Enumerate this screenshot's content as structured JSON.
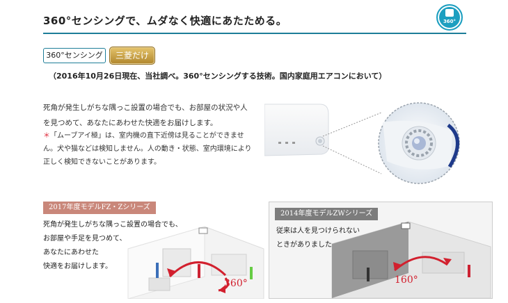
{
  "header": {
    "title": "360°センシングで、ムダなく快適にあたためる。",
    "badge_label": "360°"
  },
  "tags": {
    "feature": "360°センシング",
    "exclusive": "三菱だけ"
  },
  "note": "（2016年10月26日現在、当社調べ。360°センシングする技術。国内家庭用エアコンにおいて）",
  "description": "死角が発生しがちな隅っこ設置の場合でも、お部屋の状況や人を見つめて、あなたにあわせた快適をお届けします。",
  "footnote": {
    "mark": "＊",
    "text": "「ムーブアイ極」は、室内機の直下近傍は見ることができません。犬や猫などは検知しません。人の動き・状態、室内環境により正しく検知できないことがあります。"
  },
  "panels": {
    "left": {
      "tag": "2017年度モデルFZ・Zシリーズ",
      "lines": [
        "死角が発生しがちな隅っこ設置の場合でも、",
        "お部屋や手足を見つめて、",
        "あなたにあわせた",
        "快適をお届けします。"
      ],
      "angle": "360°"
    },
    "right": {
      "tag": "2014年度モデルZWシリーズ",
      "lines": [
        "従来は人を見つけられない",
        "ときがありました。"
      ],
      "angle": "160°"
    }
  },
  "colors": {
    "accent": "#1d7d98",
    "badge": "#1d9fc0",
    "gold": "#b0862c",
    "arrow": "#d2202e"
  }
}
